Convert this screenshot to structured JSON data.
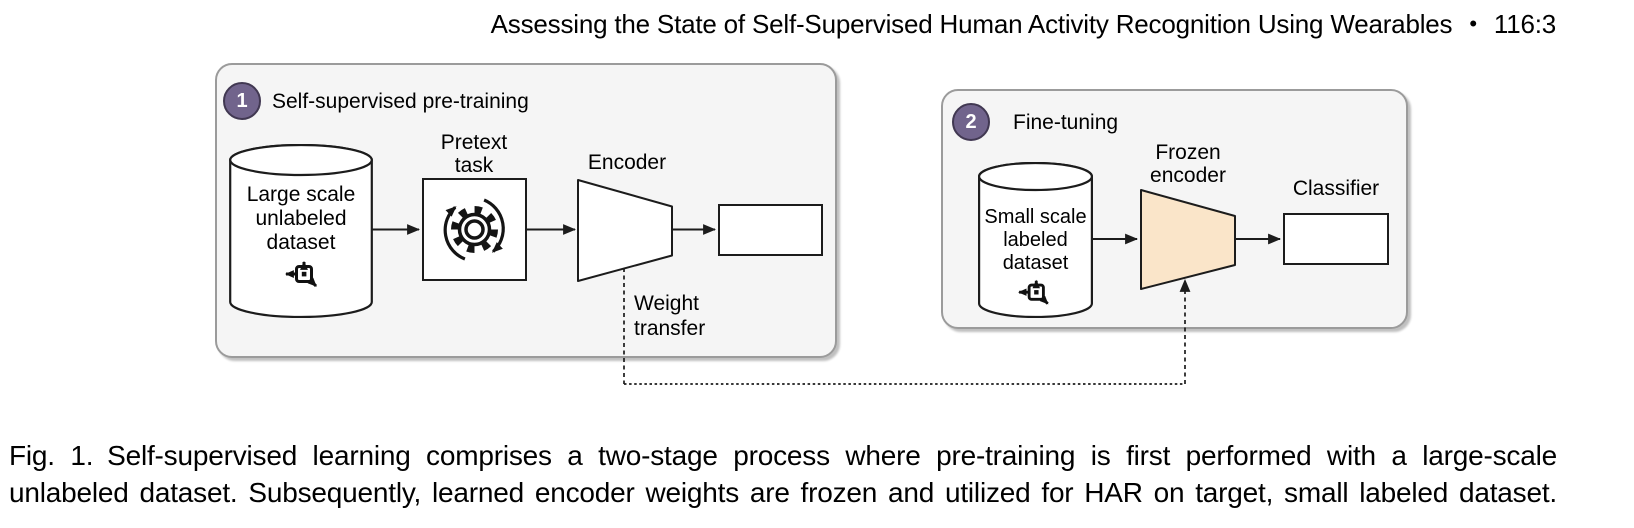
{
  "header": {
    "title": "Assessing the State of Self-Supervised Human Activity Recognition Using Wearables",
    "separator": "•",
    "page": "116:3"
  },
  "panel1": {
    "badge": "1",
    "title": "Self-supervised pre-training",
    "dataset_lines": [
      "Large scale",
      "unlabeled",
      "dataset"
    ],
    "pretext_lines": [
      "Pretext",
      "task"
    ],
    "encoder_label": "Encoder"
  },
  "panel2": {
    "badge": "2",
    "title": "Fine-tuning",
    "dataset_lines": [
      "Small scale",
      "labeled",
      "dataset"
    ],
    "frozen_lines": [
      "Frozen",
      "encoder"
    ],
    "classifier_label": "Classifier"
  },
  "weight_transfer_lines": [
    "Weight",
    "transfer"
  ],
  "caption_lines": [
    "Fig. 1. Self-supervised learning comprises a two-stage process where pre-training is first performed with a large-scale",
    "unlabeled dataset. Subsequently, learned encoder weights are frozen and utilized for HAR on target, small labeled dataset."
  ],
  "icons": {
    "pretext_box": "gear-sync-icon",
    "dataset_cylinders": "motion-sensor-axes-icon"
  },
  "colors": {
    "badge_fill": "#71648C",
    "badge_border": "#413852",
    "panel_bg": "#F5F5F5",
    "panel_border": "#9B9B9B",
    "frozen_encoder_fill": "#FAE5C9",
    "stroke": "#1C1C1C"
  }
}
